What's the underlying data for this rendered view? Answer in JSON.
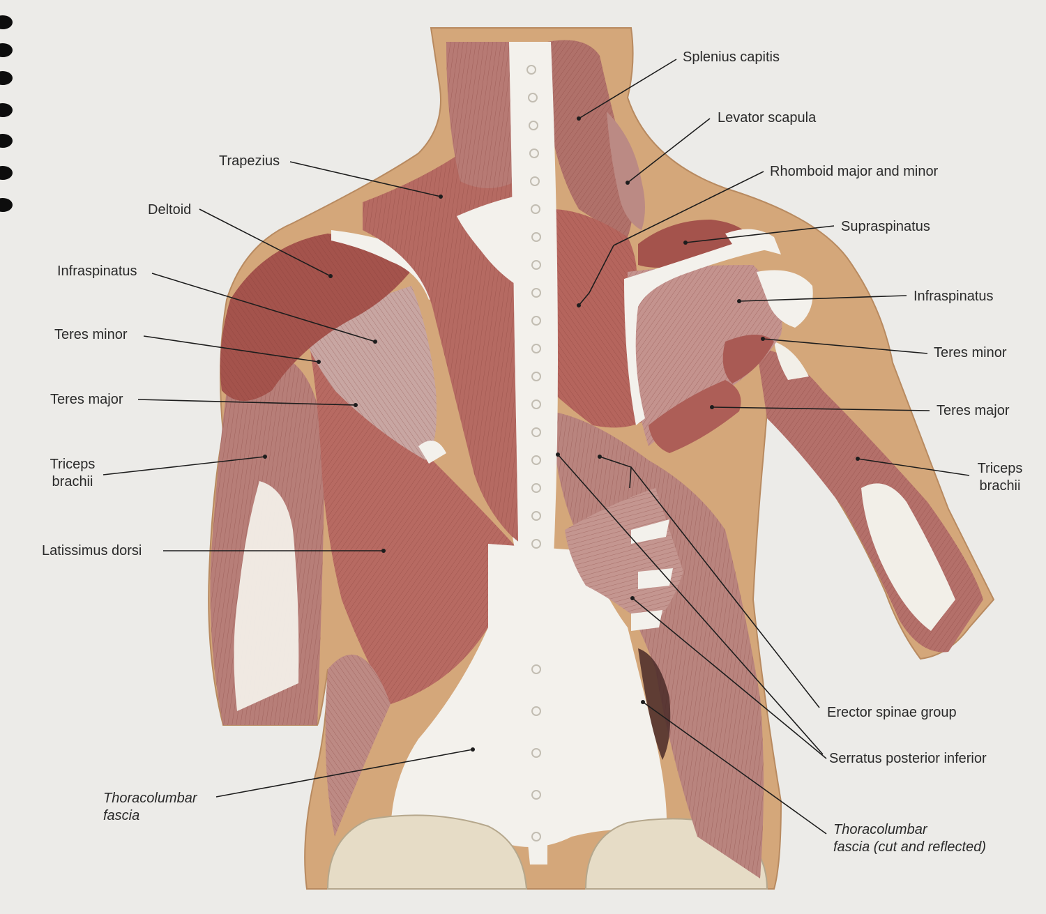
{
  "colors": {
    "page": "#ecebe8",
    "skin": "#d4a77a",
    "muscle": "#b0605a",
    "muscle_light": "#c99590",
    "muscle_dark": "#8f3e3a",
    "tendon": "#f2efe8",
    "bone": "#e6dcc6",
    "text": "#2a2a2a",
    "leader": "#1d1d1d"
  },
  "labels": {
    "splenius_capitis": "Splenius capitis",
    "levator_scapula": "Levator scapula",
    "trapezius": "Trapezius",
    "rhomboid": "Rhomboid major and minor",
    "deltoid": "Deltoid",
    "supraspinatus": "Supraspinatus",
    "infraspinatus_left": "Infraspinatus",
    "infraspinatus_right": "Infraspinatus",
    "teres_minor_left": "Teres minor",
    "teres_minor_right": "Teres minor",
    "teres_major_left": "Teres major",
    "teres_major_right": "Teres major",
    "triceps_left_1": "Triceps",
    "triceps_left_2": "brachii",
    "triceps_right_1": "Triceps",
    "triceps_right_2": "brachii",
    "latissimus": "Latissimus dorsi",
    "erector": "Erector spinae group",
    "serratus": "Serratus posterior inferior",
    "fascia_left_1": "Thoracolumbar",
    "fascia_left_2": "fascia",
    "fascia_right_1": "Thoracolumbar",
    "fascia_right_2": "fascia (cut and reflected)"
  }
}
